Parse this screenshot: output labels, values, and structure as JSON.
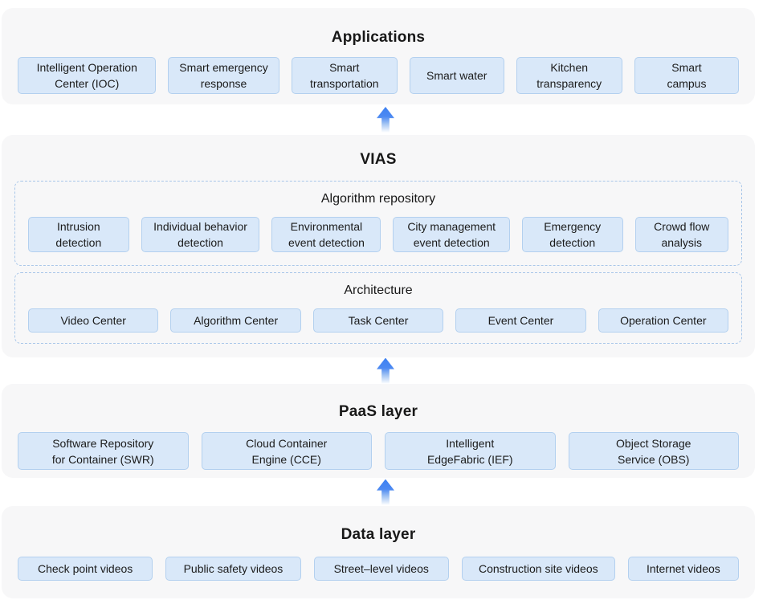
{
  "applications": {
    "title": "Applications",
    "chips": [
      "Intelligent Operation\nCenter (IOC)",
      "Smart emergency\nresponse",
      "Smart\ntransportation",
      "Smart water",
      "Kitchen\ntransparency",
      "Smart\ncampus"
    ]
  },
  "vias": {
    "title": "VIAS",
    "algorithm_repository": {
      "title": "Algorithm repository",
      "chips": [
        "Intrusion\ndetection",
        "Individual behavior\ndetection",
        "Environmental\nevent detection",
        "City management\nevent detection",
        "Emergency\ndetection",
        "Crowd flow\nanalysis"
      ]
    },
    "architecture": {
      "title": "Architecture",
      "chips": [
        "Video Center",
        "Algorithm Center",
        "Task Center",
        "Event Center",
        "Operation Center"
      ]
    }
  },
  "paas": {
    "title": "PaaS layer",
    "chips": [
      "Software Repository\nfor Container (SWR)",
      "Cloud Container\nEngine (CCE)",
      "Intelligent\nEdgeFabric (IEF)",
      "Object Storage\nService (OBS)"
    ]
  },
  "data_layer": {
    "title": "Data layer",
    "chips": [
      "Check point videos",
      "Public safety videos",
      "Street–level videos",
      "Construction site videos",
      "Internet videos"
    ]
  },
  "arrows": {
    "icon": "up-arrow",
    "count": 3,
    "direction": "up"
  },
  "colors": {
    "panel_bg": "#f7f7f8",
    "chip_bg": "#d9e8f9",
    "chip_border": "#b3d0ef",
    "dashed_border": "#a9c7e9",
    "arrow_blue": "#3c80f2",
    "text": "#1a1a1a"
  }
}
